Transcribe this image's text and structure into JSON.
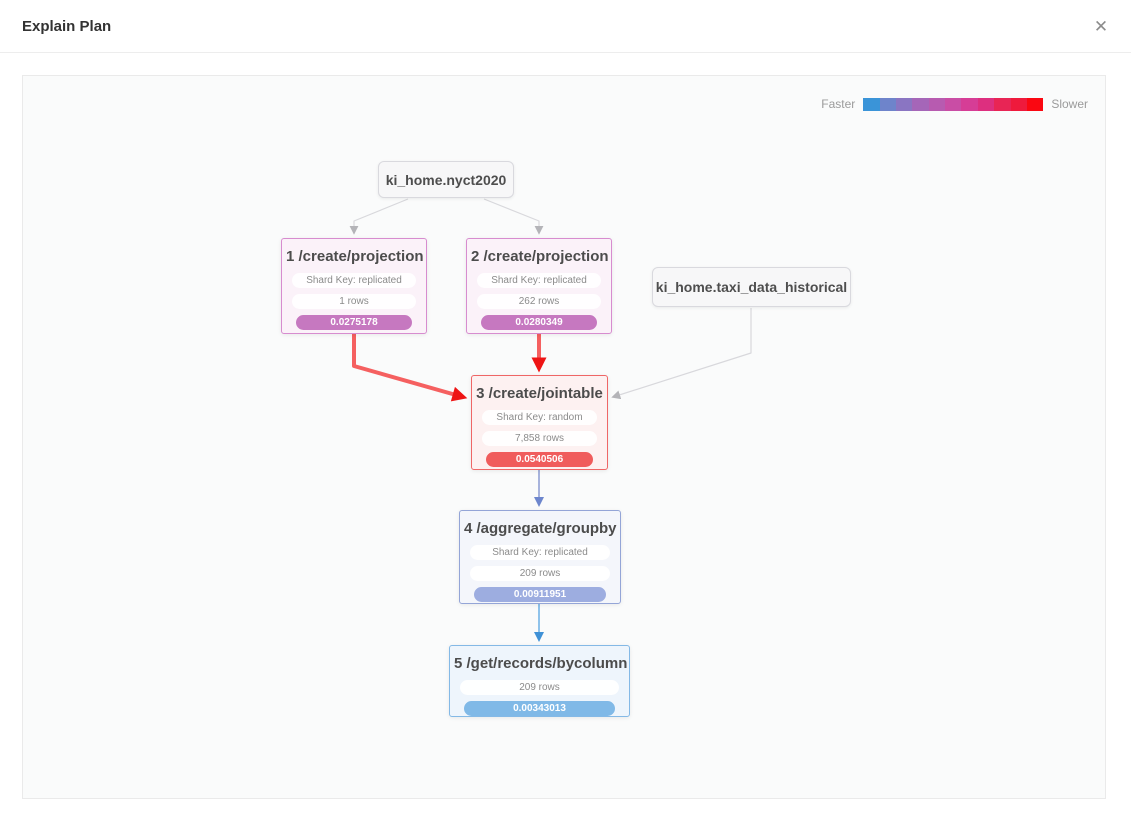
{
  "header": {
    "title": "Explain Plan",
    "close_icon": "✕"
  },
  "legend": {
    "faster_label": "Faster",
    "slower_label": "Slower",
    "colors": [
      "#3a94d8",
      "#6e84cb",
      "#8a75c2",
      "#a566b8",
      "#b75bb0",
      "#c94da5",
      "#d63d96",
      "#dd2f7f",
      "#e82555",
      "#ef1a3c",
      "#fa0711"
    ]
  },
  "colors": {
    "edge_gray": "#d8d8dc",
    "head_gray": "#b4b4b8",
    "edge_red": "#f56060",
    "head_red": "#ee1414",
    "edge_peri": "#a7b3dc",
    "head_peri": "#6d86cd",
    "edge_blue": "#8fc3eb",
    "head_blue": "#3f91d6"
  },
  "nodes": [
    {
      "id": "table-nyct2020",
      "label": "ki_home.nyct2020"
    },
    {
      "id": "op-1",
      "title": "1 /create/projection",
      "shard_key": "Shard Key: replicated",
      "rows": "1 rows",
      "time": "0.0275178",
      "accent": {
        "border": "#d78ccf",
        "bg": "#fbf2f9",
        "time": "#c678c0"
      }
    },
    {
      "id": "op-2",
      "title": "2 /create/projection",
      "shard_key": "Shard Key: replicated",
      "rows": "262 rows",
      "time": "0.0280349",
      "accent": {
        "border": "#d78ccf",
        "bg": "#fbf2f9",
        "time": "#c678c0"
      }
    },
    {
      "id": "table-taxi",
      "label": "ki_home.taxi_data_historical"
    },
    {
      "id": "op-3",
      "title": "3 /create/jointable",
      "shard_key": "Shard Key: random",
      "rows": "7,858 rows",
      "time": "0.0540506",
      "accent": {
        "border": "#ef6666",
        "bg": "#fdf1f1",
        "time": "#f05c5c"
      }
    },
    {
      "id": "op-4",
      "title": "4 /aggregate/groupby",
      "shard_key": "Shard Key: replicated",
      "rows": "209 rows",
      "time": "0.00911951",
      "accent": {
        "border": "#94a5d7",
        "bg": "#f4f6fb",
        "time": "#9dade0"
      }
    },
    {
      "id": "op-5",
      "title": "5 /get/records/bycolumn",
      "rows": "209 rows",
      "time": "0.00343013",
      "accent": {
        "border": "#84b9e6",
        "bg": "#eef5fc",
        "time": "#80b9e7"
      }
    }
  ]
}
